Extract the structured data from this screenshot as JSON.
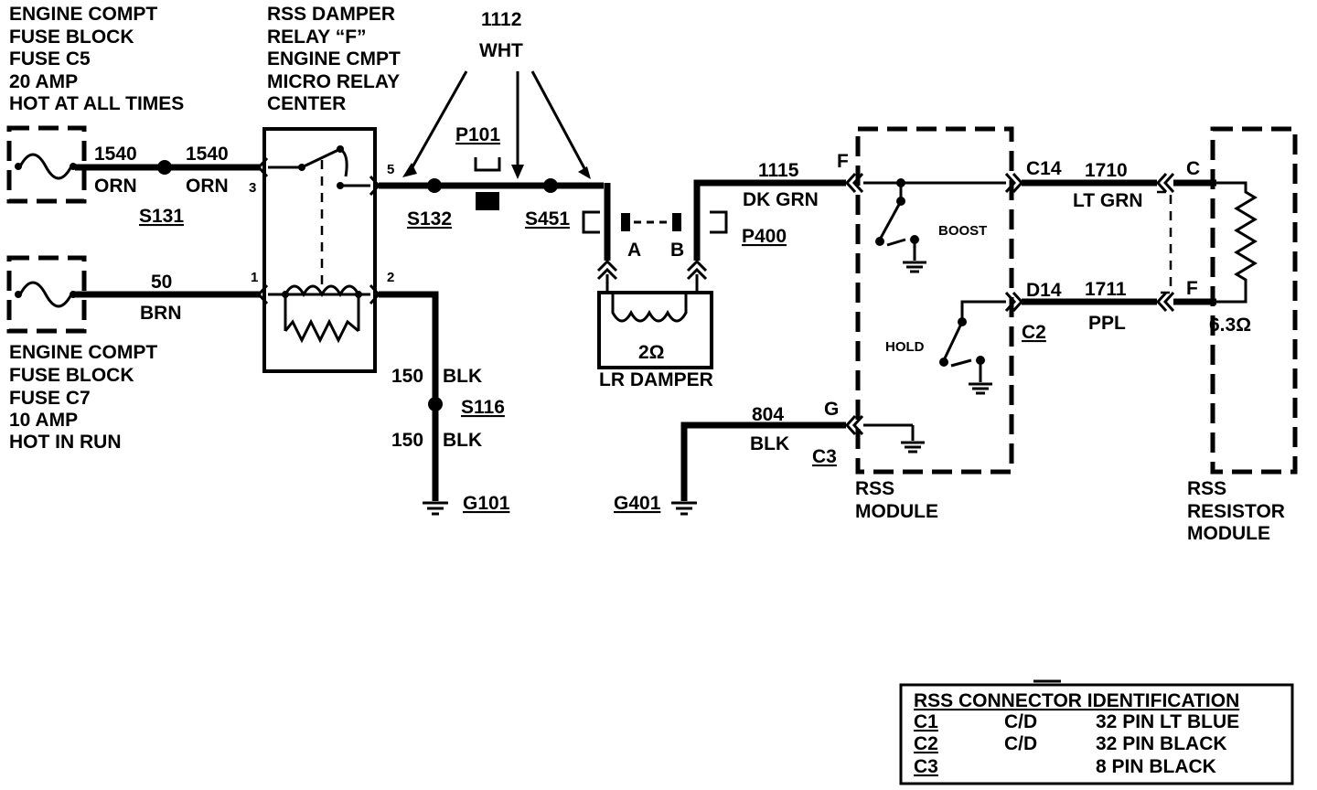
{
  "fuse_c5": {
    "lines": [
      "ENGINE COMPT",
      "FUSE BLOCK",
      "FUSE C5",
      "20 AMP",
      "HOT AT ALL TIMES"
    ]
  },
  "fuse_c7": {
    "lines": [
      "ENGINE COMPT",
      "FUSE BLOCK",
      "FUSE C7",
      "10 AMP",
      "HOT IN RUN"
    ]
  },
  "relay": {
    "lines": [
      "RSS  DAMPER",
      "RELAY “F”",
      "ENGINE  CMPT",
      "MICRO RELAY",
      "CENTER"
    ],
    "pin3": "3",
    "pin5": "5",
    "pin1": "1",
    "pin2": "2"
  },
  "wires": {
    "w1540a_num": "1540",
    "w1540a_color": "ORN",
    "w1540b_num": "1540",
    "w1540b_color": "ORN",
    "w50_num": "50",
    "w50_color": "BRN",
    "w1112_num": "1112",
    "w1112_color": "WHT",
    "w150a": "150",
    "w150a_color": "BLK",
    "w150b": "150",
    "w150b_color": "BLK",
    "w1115_num": "1115",
    "w1115_color": "DK GRN",
    "w804_num": "804",
    "w804_color": "BLK",
    "w1710_num": "1710",
    "w1710_color": "LT GRN",
    "w1711_num": "1711",
    "w1711_color": "PPL"
  },
  "splices": {
    "s131": "S131",
    "s132": "S132",
    "s451": "S451",
    "s116": "S116"
  },
  "grounds": {
    "g101": "G101",
    "g401": "G401"
  },
  "connectors": {
    "p101": "P101",
    "p400": "P400",
    "pin_a": "A",
    "pin_b": "B",
    "c3": "C3",
    "c3_pin": "G",
    "module_f": "F",
    "c14": "C14",
    "d14": "D14",
    "c2": "C2",
    "res_c": "C",
    "res_f": "F"
  },
  "damper": {
    "resistance": "2Ω",
    "label": "LR DAMPER"
  },
  "rss_module": {
    "lines": [
      "RSS",
      "MODULE"
    ],
    "boost": "BOOST",
    "hold": "HOLD"
  },
  "resistor_module": {
    "lines": [
      "RSS",
      "RESISTOR",
      "MODULE"
    ],
    "resistance": "6.3Ω"
  },
  "connector_table": {
    "title": "RSS CONNECTOR IDENTIFICATION",
    "rows": [
      [
        "C1",
        "C/D",
        "32 PIN LT BLUE"
      ],
      [
        "C2",
        "C/D",
        "32 PIN BLACK"
      ],
      [
        "C3",
        "",
        "8 PIN BLACK"
      ]
    ]
  }
}
